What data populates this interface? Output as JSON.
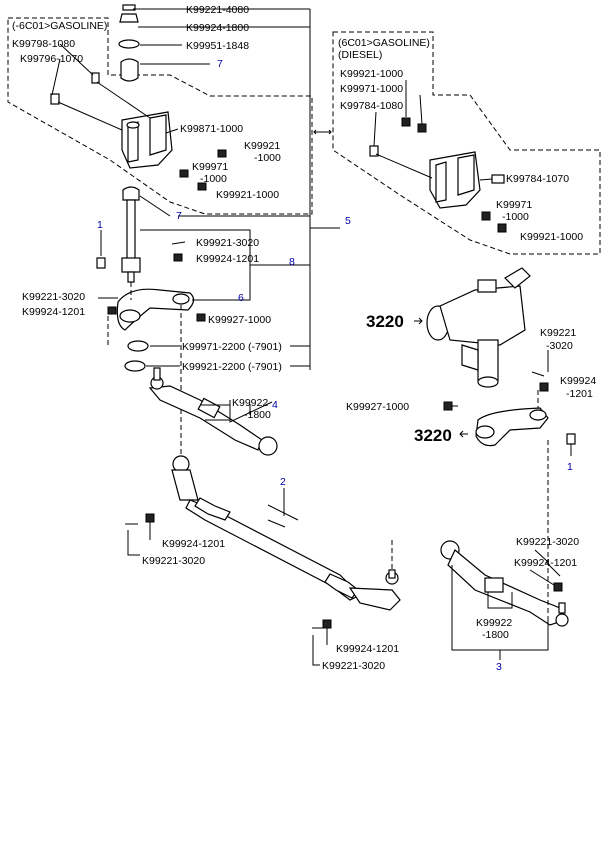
{
  "groups": {
    "gasoline_left": "(-6C01>GASOLINE)",
    "gasoline_right": "(6C01>GASOLINE)",
    "diesel_right": "(DIESEL)"
  },
  "assembly_code": "3220",
  "labels": {
    "l1": "K99221-4080",
    "l2": "K99924-1800",
    "l3": "K99951-1848",
    "l4": "K99798-1080",
    "l5": "K99796-1070",
    "l6": "K99871-1000",
    "l7a": "K99921",
    "l7b": "-1000",
    "l8a": "K99971",
    "l8b": "-1000",
    "l9": "K99921-1000",
    "l10": "K99921-3020",
    "l11": "K99924-1201",
    "l12": "K99221-3020",
    "l13": "K99924-1201",
    "l14": "K99927-1000",
    "l15": "K99971-2200 (-7901)",
    "l16": "K99921-2200 (-7901)",
    "l17a": "K99922",
    "l17b": "-1800",
    "l18": "K99924-1201",
    "l19": "K99221-3020",
    "l20": "K99924-1201",
    "l21": "K99221-3020",
    "r1": "K99921-1000",
    "r2": "K99971-1000",
    "r3": "K99784-1080",
    "r4": "K99784-1070",
    "r5a": "K99971",
    "r5b": "-1000",
    "r6": "K99921-1000",
    "r7a": "K99221",
    "r7b": "-3020",
    "r8a": "K99924",
    "r8b": "-1201",
    "r9": "K99927-1000",
    "r10": "K99221-3020",
    "r11": "K99924-1201",
    "r12a": "K99922",
    "r12b": "-1800"
  },
  "callouts": {
    "c7a": "7",
    "c7b": "7",
    "c1a": "1",
    "c5": "5",
    "c8": "8",
    "c6": "6",
    "c4": "4",
    "c2": "2",
    "c1b": "1",
    "c3": "3"
  }
}
